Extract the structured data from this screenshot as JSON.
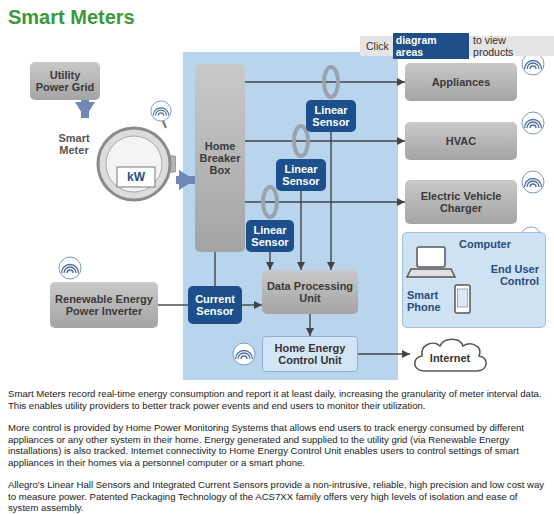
{
  "diagram": {
    "title": "Smart Meters",
    "nodes": [
      {
        "text": [
          "Utility Power Grid"
        ]
      },
      {
        "text": [
          "Smart Meter",
          "kW"
        ]
      },
      {
        "text": [
          "Home Breaker Box"
        ]
      },
      {
        "text": [
          "Linear Sensor"
        ]
      },
      {
        "text": [
          "Appliances"
        ]
      },
      {
        "text": [
          "Linear Sensor"
        ]
      },
      {
        "text": [
          "HVAC"
        ]
      },
      {
        "text": [
          "Linear Sensor"
        ]
      },
      {
        "text": [
          "Electric Vehicle Charger"
        ]
      },
      {
        "text": [
          "Renewable Energy Power Inverter"
        ]
      },
      {
        "text": [
          "Current Sensor"
        ]
      },
      {
        "text": [
          "Data Processing Unit"
        ]
      },
      {
        "text": [
          "Home Energy Control Unit"
        ]
      },
      {
        "text": [
          "Computer",
          "End User Control",
          "Smart Phone"
        ]
      },
      {
        "text": [
          "Internet"
        ]
      }
    ],
    "edges": [
      {
        "from": 0,
        "to": 1,
        "arrow": "to"
      },
      {
        "from": 1,
        "to": 2,
        "arrow": "to"
      },
      {
        "from": 2,
        "to": 4,
        "arrow": "to"
      },
      {
        "from": 2,
        "to": 6,
        "arrow": "to"
      },
      {
        "from": 2,
        "to": 8,
        "arrow": "to"
      },
      {
        "from": 3,
        "to": 11,
        "arrow": "to"
      },
      {
        "from": 5,
        "to": 11,
        "arrow": "to"
      },
      {
        "from": 7,
        "to": 11,
        "arrow": "to"
      },
      {
        "from": 9,
        "to": 10,
        "arrow": "none"
      },
      {
        "from": 10,
        "to": 2,
        "arrow": "none"
      },
      {
        "from": 10,
        "to": 11,
        "arrow": "to"
      },
      {
        "from": 11,
        "to": 12,
        "arrow": "to"
      },
      {
        "from": 12,
        "to": 14,
        "arrow": "to"
      }
    ],
    "labels": [
      "Click",
      "diagram areas",
      "to view products",
      "Smart Meters record real-time energy consumption and report it at least daily, increasing the granularity of meter interval data. This enables utility providers to better track power events and end users to monitor their utilization.",
      "More control is provided by Home Power Monitoring Systems that allows end users to track energy consumed by different appliances or any other system in their home. Energy generated and supplied to the utility grid (via Renewable Energy installations) is also tracked. Internet connectivity to Home Energy Control Unit enables users to control settings of smart appliances in their homes via a personnel computer or a smart phone.",
      "Allegro's Linear Hall Sensors and Integrated Current Sensors provide a non-intrusive, reliable, high precision and low cost way to measure power. Patented Packaging Technology of the ACS7XX family offers very high levels of isolation and ease of system assembly."
    ]
  }
}
